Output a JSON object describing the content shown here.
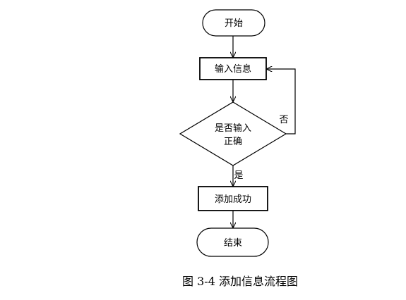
{
  "nodes": {
    "start": "开始",
    "input": "输入信息",
    "decision_line1": "是否输入",
    "decision_line2": "正确",
    "success": "添加成功",
    "end": "结束"
  },
  "edges": {
    "yes": "是",
    "no": "否"
  },
  "caption": "图 3-4  添加信息流程图"
}
